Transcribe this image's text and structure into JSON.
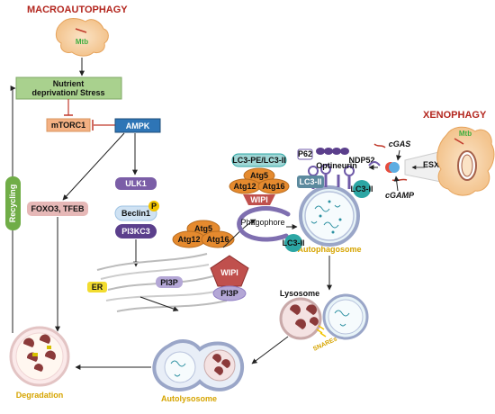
{
  "titles": {
    "macroautophagy": "MACROAUTOPHAGY",
    "xenophagy": "XENOPHAGY"
  },
  "nodes": {
    "mtb_top": "Mtb",
    "nutrient_line1": "Nutrient",
    "nutrient_line2": "deprivation/ Stress",
    "mtorc1": "mTORC1",
    "ampk": "AMPK",
    "ulk1": "ULK1",
    "beclin1": "Beclin1",
    "p_badge": "P",
    "pi3kc3": "PI3KC3",
    "foxo3_tfeb": "FOXO3, TFEB",
    "recycling": "Recycling",
    "er": "ER",
    "pi3p_er": "PI3P",
    "atg5_mid": "Atg5",
    "atg12_mid": "Atg12",
    "atg16_mid": "Atg16",
    "wipi_mid": "WIPI",
    "pi3p_mid": "PI3P",
    "lc3pe": "LC3-PE/LC3-II",
    "atg5_top": "Atg5",
    "atg12_top": "Atg12",
    "atg16_top": "Atg16",
    "wipi_top": "WIPI",
    "phagophore": "Phagophore",
    "p62": "P62",
    "optineurin": "Optineurin",
    "ndp52": "NDP52",
    "lc3ii_a": "LC3-II",
    "lc3ii_b": "LC3-II",
    "lc3ii_c": "LC3-II",
    "autophagosome": "Autophagosome",
    "cgas": "cGAS",
    "cgamp": "cGAMP",
    "esx1": "ESX-1",
    "mtb_right": "Mtb",
    "lysosome": "Lysosome",
    "snares": "SNAREs",
    "autolysosome": "Autolysosome",
    "degradation": "Degradation"
  },
  "colors": {
    "title_red": "#b3261e",
    "label_yellow": "#d6a400",
    "mtb_green": "#3fae3f",
    "nutrient_green": "#a9d18e",
    "mtorc1_orange": "#f4b183",
    "ampk_blue": "#2e75b6",
    "ulk1_purple": "#7b5ea7",
    "beclin_blue": "#cfe2f3",
    "pi3kc3_purple": "#5b3f8c",
    "foxo_pink": "#e6b8b7",
    "atg_orange": "#e58a2e",
    "wipi_red": "#c0504d",
    "lc3_teal": "#2ca6a4",
    "recycling_green": "#70ad47"
  }
}
